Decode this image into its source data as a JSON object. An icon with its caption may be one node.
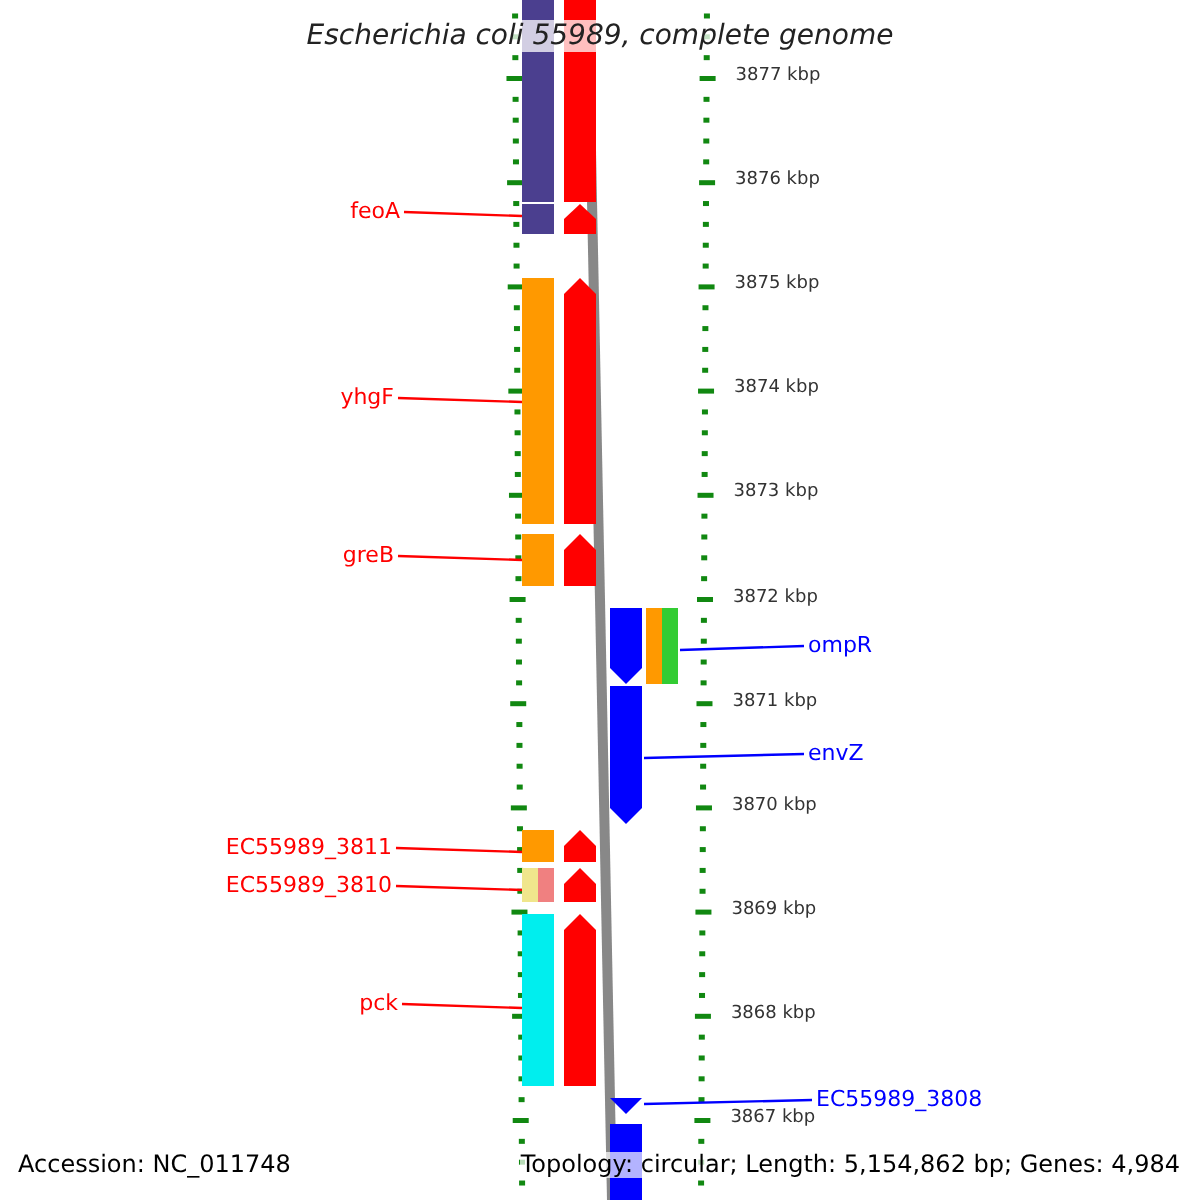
{
  "diagram": {
    "title": "Escherichia coli 55989, complete genome",
    "nodes": [
      {
        "text": [
          "feoA"
        ]
      },
      {
        "text": [
          "yhgF"
        ]
      },
      {
        "text": [
          "greB"
        ]
      },
      {
        "text": [
          "ompR"
        ]
      },
      {
        "text": [
          "envZ"
        ]
      },
      {
        "text": [
          "EC55989_3811"
        ]
      },
      {
        "text": [
          "EC55989_3810"
        ]
      },
      {
        "text": [
          "pck"
        ]
      },
      {
        "text": [
          "EC55989_3808"
        ]
      },
      {
        "text": [],
        "shape": "bar"
      },
      {
        "text": [],
        "shape": "bar"
      },
      {
        "text": [],
        "shape": "bar"
      },
      {
        "text": [],
        "shape": "bar"
      },
      {
        "text": [],
        "shape": "bar"
      },
      {
        "text": [],
        "shape": "bar"
      },
      {
        "text": [],
        "shape": "bar"
      },
      {
        "text": [],
        "shape": "bar"
      },
      {
        "text": [],
        "shape": "bar"
      },
      {
        "text": [],
        "shape": "bar"
      },
      {
        "text": [],
        "shape": "bar"
      }
    ],
    "edges": [
      {
        "from": 0,
        "to": 10,
        "arrow": "none"
      },
      {
        "from": 1,
        "to": 11,
        "arrow": "none"
      },
      {
        "from": 2,
        "to": 12,
        "arrow": "none"
      },
      {
        "from": 3,
        "to": 13,
        "arrow": "none",
        "color": "#0000ff"
      },
      {
        "from": 4,
        "to": 14,
        "arrow": "none",
        "color": "#0000ff"
      },
      {
        "from": 5,
        "to": 15,
        "arrow": "none"
      },
      {
        "from": 6,
        "to": 16,
        "arrow": "none"
      },
      {
        "from": 7,
        "to": 17,
        "arrow": "none"
      },
      {
        "from": 8,
        "to": 18,
        "arrow": "none",
        "color": "#0000ff"
      }
    ],
    "labels": [
      "3877 kbp",
      "3876 kbp",
      "3875 kbp",
      "3874 kbp",
      "3873 kbp",
      "3872 kbp",
      "3871 kbp",
      "3870 kbp",
      "3869 kbp",
      "3868 kbp",
      "3867 kbp",
      "Accession: NC_011748",
      "Topology: circular; Length: 5,154,862 bp; Genes: 4,984"
    ]
  }
}
